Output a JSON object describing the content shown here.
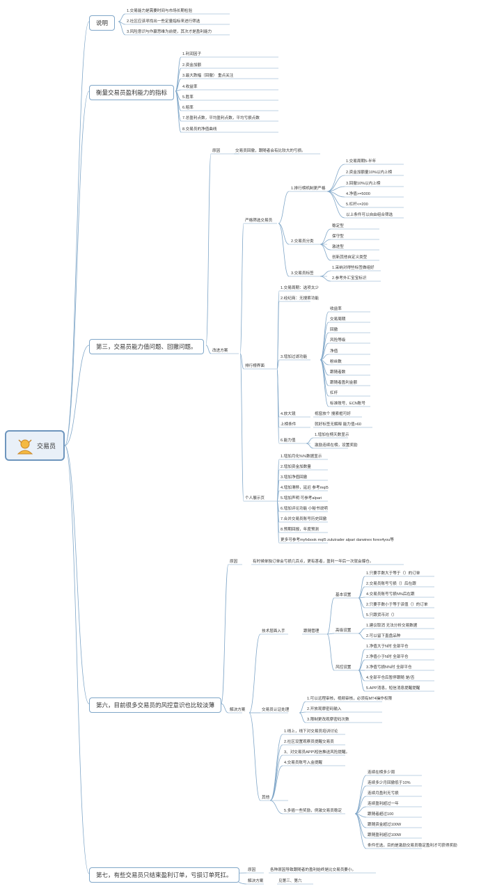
{
  "root": {
    "label": "交易员",
    "icon": "trader-icon"
  },
  "colors": {
    "line": "#7fa6c8",
    "root_fill": "#e9f0f8",
    "root_border": "#6d95bd"
  },
  "branches": {
    "b1": {
      "title": "说明",
      "items": [
        "1.交易能力是需要时间与市场长期检验",
        "2.社区应该寻找出一些定量指标来进行筛选",
        "3.风险意识与作赢思维为前提，其次才是盈利能力"
      ]
    },
    "b2": {
      "title": "衡量交易员盈利能力的指标",
      "items": [
        "1.利润因子",
        "2.资金加额",
        "3.最大跌幅（回撤）  重点关注",
        "4.收益率",
        "5.胜率",
        "6.赔率",
        "7.总盈利点数，平均盈利点数，平均亏损点数",
        "8.交易员的净值曲线"
      ]
    },
    "b3": {
      "title": "第三，交易员能力值问题、回撤问题。",
      "reason_label": "原因",
      "reason_text": "交易员回撤，跟随者会有比较大的亏损。",
      "plan_label": "改进方案",
      "strict": {
        "label": "严格筛选交易员",
        "g1": {
          "label": "1.排行榜机制更严格",
          "items": [
            "1.交易周期5-半年",
            "2.资金加额量10%以内上榜",
            "3.回撤10%以内上榜",
            "4.净值>=5000",
            "5.杠杆<=200",
            "以上条件可以自由组合筛选"
          ]
        },
        "g2": {
          "label": "2.交易员分类",
          "items": [
            "稳定型",
            "保守型",
            "激进型",
            "创新其他自定义类型"
          ]
        },
        "g3": {
          "label": "3.交易员标签",
          "items": [
            "1.采纳对得些标签做组好",
            "2.参考外汇宝宝标识"
          ]
        }
      },
      "rank": {
        "label": "排行榜界面",
        "items": [
          "1.交易周期：选项太少",
          "2.经纪商：无搜索功能"
        ],
        "filter_label": "3.增加过滤功能",
        "filter_items": [
          "收益率",
          "交易周期",
          "回撤",
          "风险等级",
          "净值",
          "粉丝数",
          "跟随者数",
          "跟随者盈利金额",
          "杠杆",
          "标准账号、ECN账号"
        ],
        "zoom_label": "4.放大镜",
        "zoom_text": "视窗放个  搜索框可好",
        "cond_label": "上榜条件",
        "cond_text": "就好标签无解释  能力值>60",
        "ability_label": "6.能力值",
        "ability_items": [
          "1.增加在榜天数显示",
          "激励连续在榜，设置奖励"
        ]
      },
      "personal": {
        "label": "个人展示页",
        "items": [
          "1.增加月化%%数据显示",
          "2.增加资金加数量",
          "3.增加净值回撤",
          "4.增加滑移，延迟 参考mql5",
          "5.增加声明 可参考alpari",
          "6.增加评论功能   小秘书说明",
          "7.合并交易员账号历史回撤",
          "8.预期回报，年度预测",
          "更多可参考myfxbook   mql5 zulutrader alpari darwinex forex4you等"
        ]
      }
    },
    "b6": {
      "title": "第六，目前很多交易员的风控意识也比较淡薄",
      "reason_label": "原因",
      "reason_text": "有时候单独订单会亏损几百点，更有甚者，盈利一年后一次就会爆仓。",
      "plan_label": "解决方案",
      "tech": {
        "label": "技术层面入手",
        "follow_label": "跟随管理",
        "basic": {
          "label": "基本设置",
          "items": [
            "1.只要手数大于等于（）的订单",
            "2.交易员账号亏损（）后在跟",
            "4.交易员账号亏损N%后在跟",
            "2.只要手数小于等于该值（）的订单",
            "5.只跟货币对（）"
          ]
        },
        "adv": {
          "label": "高级设置",
          "items": [
            "1.建议取消 无法分析交易数据",
            "2.可以留下直盘品种"
          ]
        },
        "risk": {
          "label": "风控设置",
          "items": [
            "1.净值大于N时 全部平仓",
            "2.净值小于N时 全部平仓",
            "3.净值亏损N%时  全部平仓",
            "4.全部平仓后暂停跟随 是/否",
            "5.APP消息，短信消息提醒提醒"
          ]
        }
      },
      "cert": {
        "label": "交易员认证处理",
        "items": [
          "1.可以远程审核，视频审核，必须有MT4操作权限",
          "2.开放观摩密码输入",
          "3.限制更改观摩密码次数"
        ]
      },
      "other": {
        "label": "其他",
        "items": [
          "1.线上，线下对交易员培训讨论",
          "2.社区设置观察员提醒交易员",
          "3、对交易员APP\\短信推送风险提醒。",
          "4.交易员账号入金提醒"
        ],
        "reward_label": "5.多插一些奖励，例激交易员稳定",
        "reward_items": [
          "连续在榜多少周",
          "连续多少月回撤低于10%",
          "连续月盈利无亏损",
          "连续盈利超过一年",
          "跟随者超过100",
          "跟随资金超过100W",
          "跟随盈利超过100W",
          "条件任选，目的是激励交易员稳定盈利才可获得奖励"
        ]
      }
    },
    "b7": {
      "title": "第七，有些交易员只结束盈利订单，亏损订单死扛。",
      "reason_label": "原因",
      "reason_text": "各种原因导致跟随者的盈利始终是比交易员要小。",
      "plan_label": "解决方案",
      "plan_text": "见第三、第六"
    }
  }
}
